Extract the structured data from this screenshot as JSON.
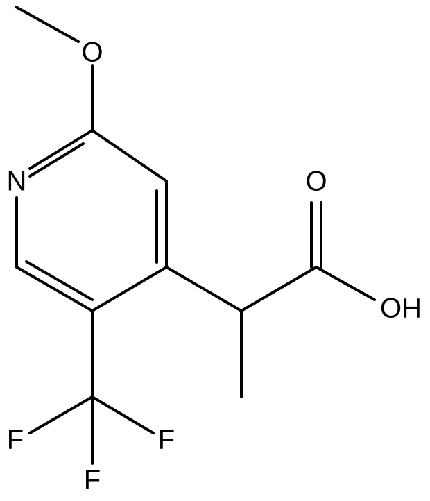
{
  "molecule": {
    "atoms": {
      "methoxy_o": "O",
      "ring_n": "N",
      "carbonyl_o": "O",
      "hydroxyl": "OH",
      "f_left": "F",
      "f_right": "F",
      "f_bottom": "F"
    },
    "colors": {
      "bond": "#000000",
      "label": "#000000",
      "background": "#ffffff"
    }
  }
}
